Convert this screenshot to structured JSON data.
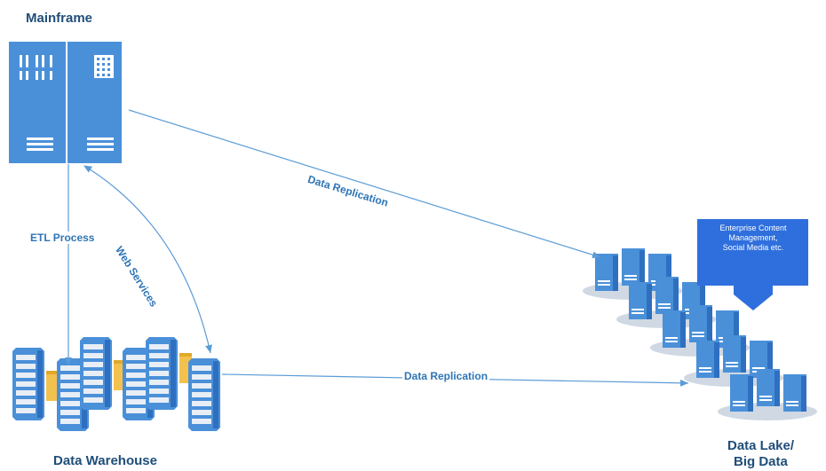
{
  "nodes": {
    "mainframe": "Mainframe",
    "warehouse": "Data Warehouse",
    "lake_line1": "Data Lake/",
    "lake_line2": "Big Data"
  },
  "edges": {
    "replication_top": "Data Replication",
    "etl": "ETL Process",
    "web_services": "Web Services",
    "replication_bottom": "Data Replication"
  },
  "callout": {
    "line1": "Enterprise Content",
    "line2": "Management,",
    "line3": "Social Media etc."
  },
  "colors": {
    "server_blue": "#4a90d9",
    "accent_blue": "#2e75b6",
    "title_navy": "#1f4e79",
    "arrow_blue": "#5b9bd5",
    "callout_blue": "#2f6fdd",
    "shadow": "#cfd8e3",
    "folder_yellow": "#f2c14e"
  }
}
